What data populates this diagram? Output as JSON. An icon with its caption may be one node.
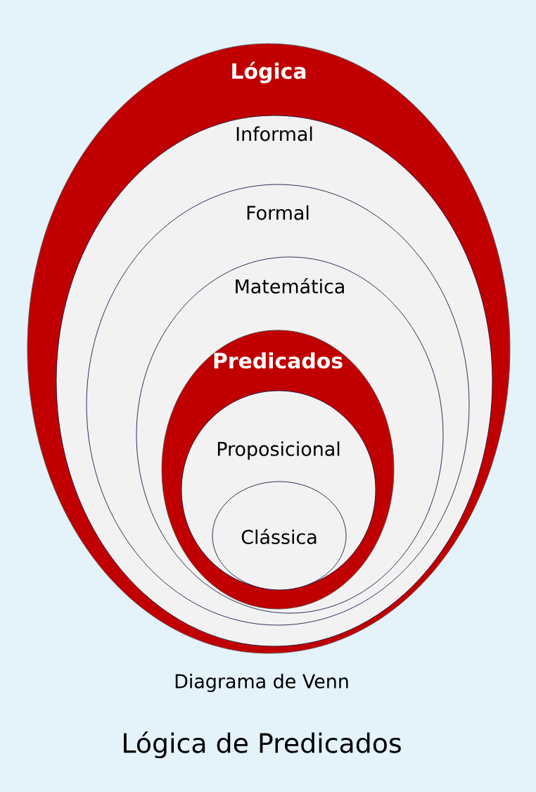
{
  "diagram": {
    "title": "Lógica de Predicados",
    "caption": "Diagrama de Venn",
    "nodes": [
      {
        "text": [
          "Lógica"
        ]
      },
      {
        "text": [
          "Informal"
        ],
        "in": 0
      },
      {
        "text": [
          "Formal"
        ],
        "in": 1
      },
      {
        "text": [
          "Matemática"
        ],
        "in": 2
      },
      {
        "text": [
          "Predicados"
        ],
        "in": 3
      },
      {
        "text": [
          "Proposicional"
        ],
        "in": 4
      },
      {
        "text": [
          "Clássica"
        ],
        "in": 5
      }
    ]
  }
}
